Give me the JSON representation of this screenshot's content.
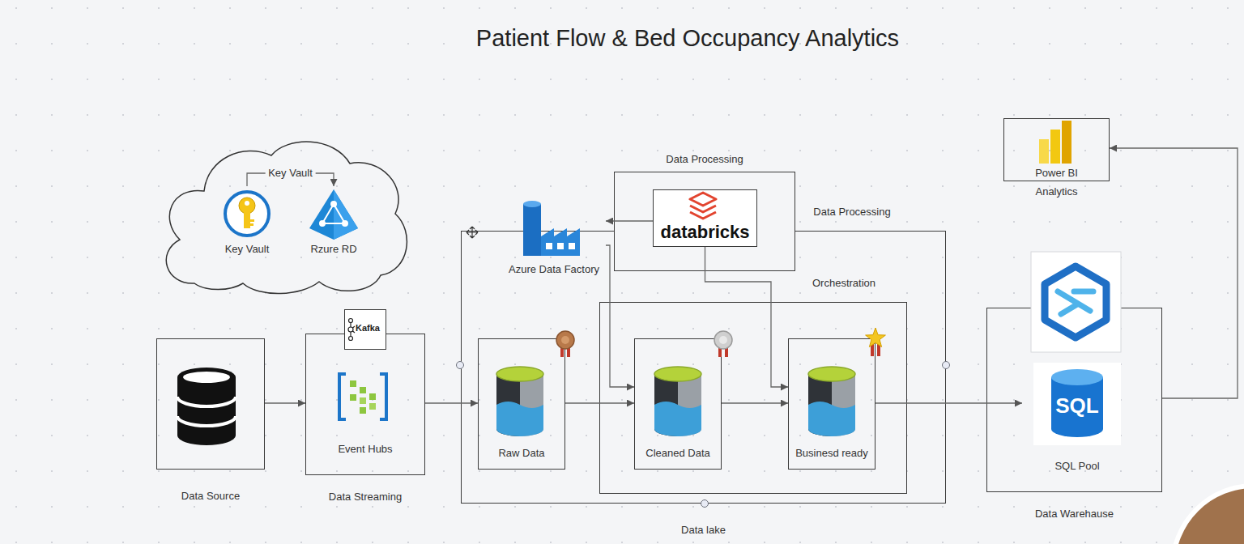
{
  "diagram": {
    "title": "Patient Flow & Bed Occupancy Analytics",
    "nodes": [
      {
        "text": [
          "Key Vault"
        ]
      },
      {
        "text": [
          "Rzure RD"
        ]
      },
      {
        "text": [
          "Data Source"
        ]
      },
      {
        "text": [
          "Event Hubs",
          "Data Streaming"
        ]
      },
      {
        "text": [
          "Kafka"
        ],
        "in": 3
      },
      {
        "text": [
          "Azure Data Factory"
        ]
      },
      {
        "text": [
          "Data Processing"
        ]
      },
      {
        "text": [
          "databricks"
        ],
        "in": 6
      },
      {
        "text": [
          "Data lake"
        ]
      },
      {
        "text": [
          "Raw Data"
        ],
        "in": 8
      },
      {
        "text": [
          "Orchestration"
        ],
        "in": 8
      },
      {
        "text": [
          "Cleaned Data"
        ],
        "in": 10
      },
      {
        "text": [
          "Businesd ready"
        ],
        "in": 10
      },
      {
        "text": [
          "Data Warehause"
        ]
      },
      {
        "text": [
          "SQL Pool"
        ],
        "in": 13
      },
      {
        "text": [
          "Power BI",
          "Analytics"
        ]
      }
    ],
    "edges": [
      {
        "from": 0,
        "to": 1,
        "arrow": "to",
        "label": "Key Vault"
      },
      {
        "from": 2,
        "to": 3,
        "arrow": "to"
      },
      {
        "from": 3,
        "to": 9,
        "arrow": "to"
      },
      {
        "from": 9,
        "to": 11,
        "arrow": "to"
      },
      {
        "from": 11,
        "to": 12,
        "arrow": "to"
      },
      {
        "from": 12,
        "to": 14,
        "arrow": "to"
      },
      {
        "from": 13,
        "to": 15,
        "arrow": "to"
      },
      {
        "from": 7,
        "to": 5,
        "arrow": "to"
      },
      {
        "from": 5,
        "to": 11,
        "arrow": "to"
      },
      {
        "from": 7,
        "to": 12,
        "arrow": "to"
      }
    ],
    "labels": [
      "Data Processing",
      "SQL"
    ]
  }
}
